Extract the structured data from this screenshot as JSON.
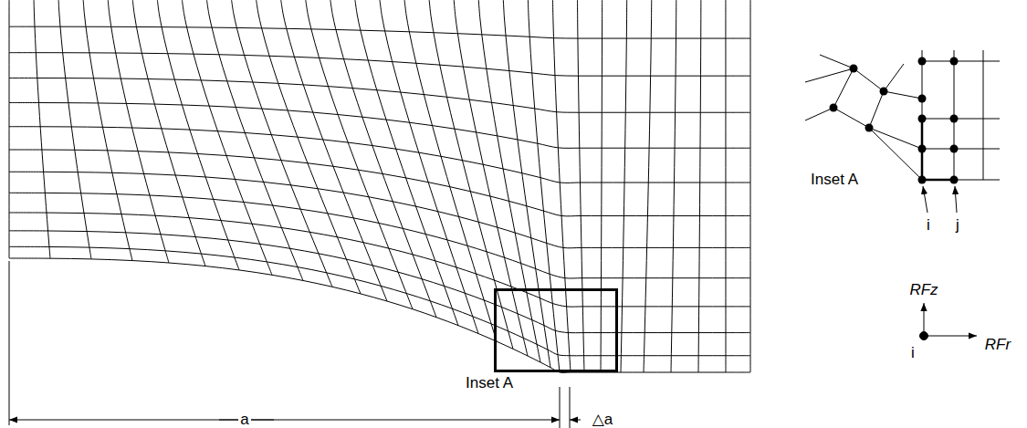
{
  "diagram": {
    "nodes": [
      {
        "text": [
          "Inset A"
        ]
      }
    ],
    "labels": [
      "a",
      "△a",
      "Inset A",
      "i",
      "j",
      "RFz",
      "i",
      "RFr"
    ]
  }
}
